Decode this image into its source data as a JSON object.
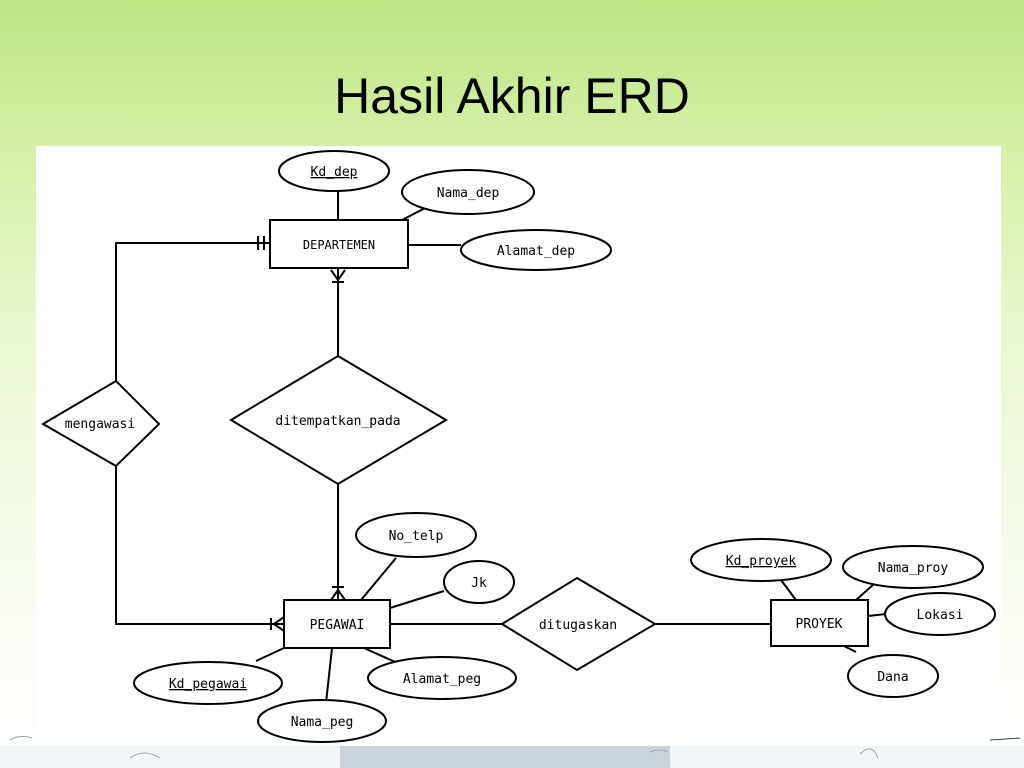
{
  "slide": {
    "title": "Hasil Akhir ERD"
  },
  "diagram": {
    "entities": {
      "departemen": "DEPARTEMEN",
      "pegawai": "PEGAWAI",
      "proyek": "PROYEK"
    },
    "relationships": {
      "mengawasi": "mengawasi",
      "ditempatkan_pada": "ditempatkan_pada",
      "ditugaskan": "ditugaskan"
    },
    "attributes": {
      "kd_dep": "Kd_dep",
      "nama_dep": "Nama_dep",
      "alamat_dep": "Alamat_dep",
      "no_telp": "No_telp",
      "jk": "Jk",
      "kd_pegawai": "Kd_pegawai",
      "nama_peg": "Nama_peg",
      "alamat_peg": "Alamat_peg",
      "kd_proyek": "Kd_proyek",
      "nama_proy": "Nama_proy",
      "lokasi": "Lokasi",
      "dana": "Dana"
    },
    "primary_keys": [
      "Kd_dep",
      "Kd_pegawai",
      "Kd_proyek"
    ]
  }
}
